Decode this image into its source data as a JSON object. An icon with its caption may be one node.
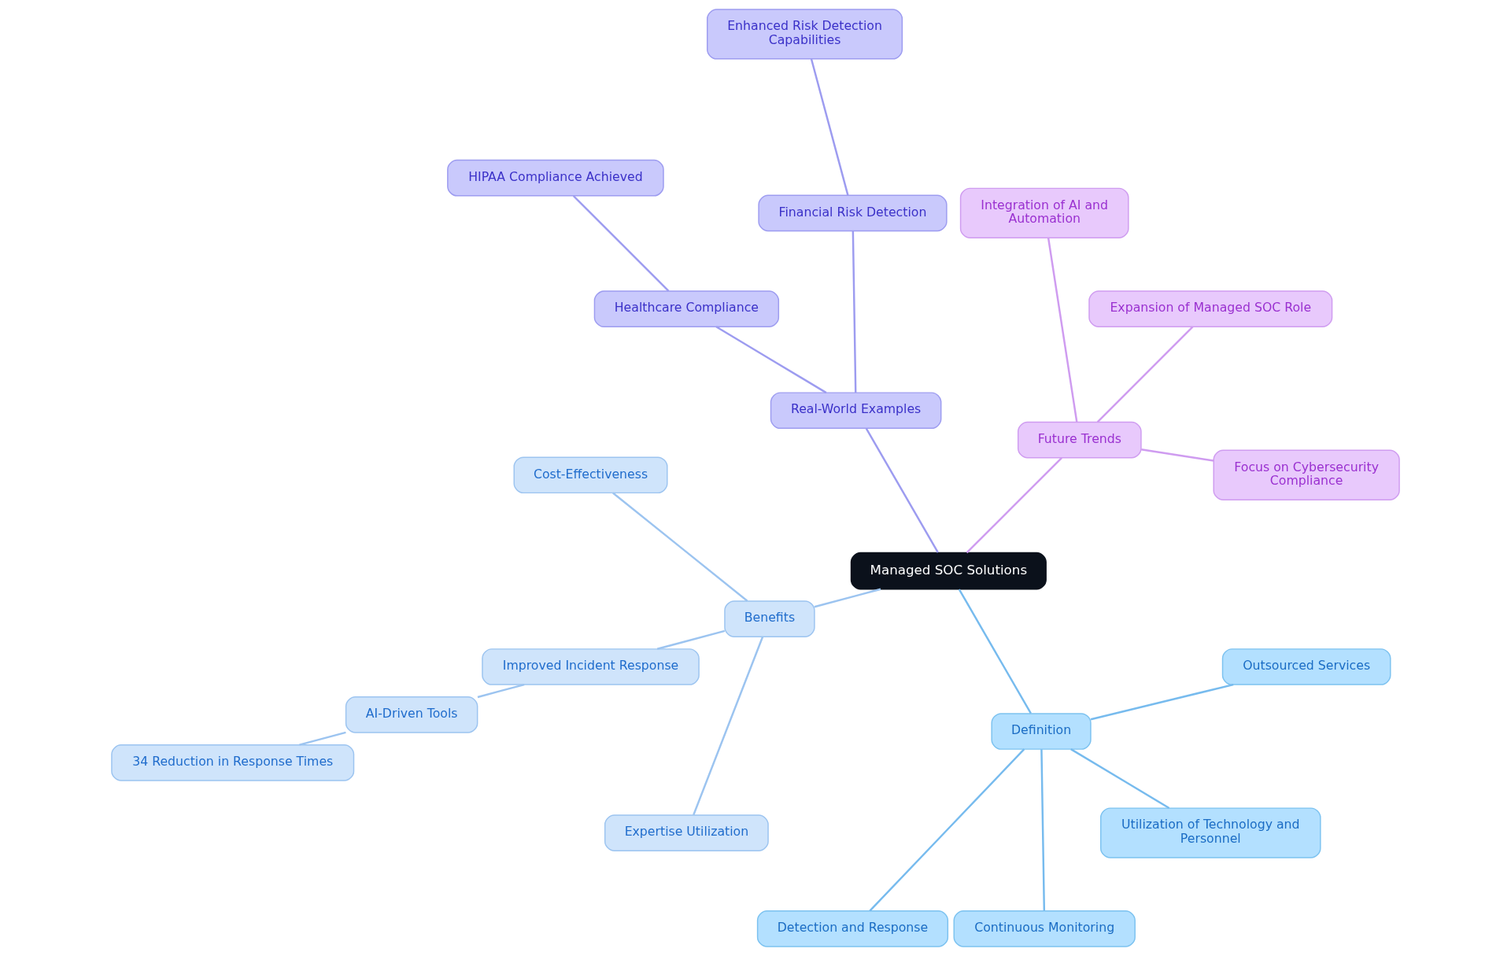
{
  "diagram": {
    "nodes": [
      {
        "text": [
          "Managed SOC Solutions"
        ]
      },
      {
        "text": [
          "Future Trends"
        ]
      },
      {
        "text": [
          "Focus on Cybersecurity Compliance"
        ]
      },
      {
        "text": [
          "Expansion of Managed SOC Role"
        ]
      },
      {
        "text": [
          "Integration of AI and Automation"
        ]
      },
      {
        "text": [
          "Real-World Examples"
        ]
      },
      {
        "text": [
          "Financial Risk Detection"
        ]
      },
      {
        "text": [
          "Enhanced Risk Detection Capabilities"
        ]
      },
      {
        "text": [
          "Healthcare Compliance"
        ]
      },
      {
        "text": [
          "HIPAA Compliance Achieved"
        ]
      },
      {
        "text": [
          "Benefits"
        ]
      },
      {
        "text": [
          "Cost-Effectiveness"
        ]
      },
      {
        "text": [
          "Improved Incident Response"
        ]
      },
      {
        "text": [
          "AI-Driven Tools"
        ]
      },
      {
        "text": [
          "34 Reduction in Response Times"
        ]
      },
      {
        "text": [
          "Expertise Utilization"
        ]
      },
      {
        "text": [
          "Definition"
        ]
      },
      {
        "text": [
          "Detection and Response"
        ]
      },
      {
        "text": [
          "Continuous Monitoring"
        ]
      },
      {
        "text": [
          "Utilization of Technology and Personnel"
        ]
      },
      {
        "text": [
          "Outsourced Services"
        ]
      }
    ],
    "edges": [
      {
        "from": 0,
        "to": 1,
        "arrow": "none",
        "color": "#cf9cf0"
      },
      {
        "from": 1,
        "to": 2,
        "arrow": "none",
        "color": "#cf9cf0"
      },
      {
        "from": 1,
        "to": 3,
        "arrow": "none",
        "color": "#cf9cf0"
      },
      {
        "from": 1,
        "to": 4,
        "arrow": "none",
        "color": "#cf9cf0"
      },
      {
        "from": 0,
        "to": 5,
        "arrow": "none",
        "color": "#9d9cf0"
      },
      {
        "from": 5,
        "to": 6,
        "arrow": "none",
        "color": "#9d9cf0"
      },
      {
        "from": 6,
        "to": 7,
        "arrow": "none",
        "color": "#9d9cf0"
      },
      {
        "from": 5,
        "to": 8,
        "arrow": "none",
        "color": "#9d9cf0"
      },
      {
        "from": 8,
        "to": 9,
        "arrow": "none",
        "color": "#9d9cf0"
      },
      {
        "from": 0,
        "to": 10,
        "arrow": "none",
        "color": "#9cc4f0"
      },
      {
        "from": 10,
        "to": 11,
        "arrow": "none",
        "color": "#9cc4f0"
      },
      {
        "from": 10,
        "to": 12,
        "arrow": "none",
        "color": "#9cc4f0"
      },
      {
        "from": 12,
        "to": 13,
        "arrow": "none",
        "color": "#9cc4f0"
      },
      {
        "from": 13,
        "to": 14,
        "arrow": "none",
        "color": "#9cc4f0"
      },
      {
        "from": 10,
        "to": 15,
        "arrow": "none",
        "color": "#9cc4f0"
      },
      {
        "from": 0,
        "to": 16,
        "arrow": "none",
        "color": "#77bbee"
      },
      {
        "from": 16,
        "to": 17,
        "arrow": "none",
        "color": "#77bbee"
      },
      {
        "from": 16,
        "to": 18,
        "arrow": "none",
        "color": "#77bbee"
      },
      {
        "from": 16,
        "to": 19,
        "arrow": "none",
        "color": "#77bbee"
      },
      {
        "from": 16,
        "to": 20,
        "arrow": "none",
        "color": "#77bbee"
      }
    ]
  }
}
